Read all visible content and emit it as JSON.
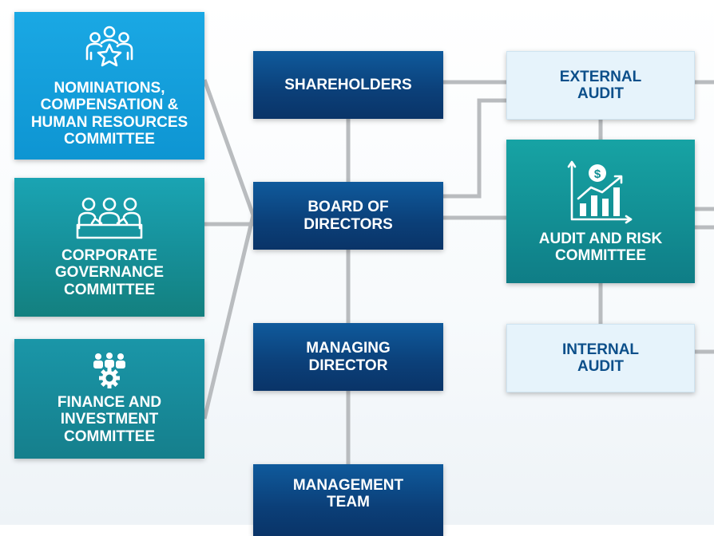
{
  "committees": {
    "nominations": {
      "label": "NOMINATIONS,\nCOMPENSATION &\nHUMAN RESOURCES\nCOMMITTEE",
      "icon": "people-star-icon"
    },
    "governance": {
      "label": "CORPORATE\nGOVERNANCE\nCOMMITTEE",
      "icon": "meeting-table-icon"
    },
    "finance": {
      "label": "FINANCE AND\nINVESTMENT\nCOMMITTEE",
      "icon": "team-gear-icon"
    }
  },
  "hierarchy": {
    "shareholders": "SHAREHOLDERS",
    "board": "BOARD OF\nDIRECTORS",
    "managing_director": "MANAGING\nDIRECTOR",
    "management_team": "MANAGEMENT\nTEAM"
  },
  "audit": {
    "external": "EXTERNAL\nAUDIT",
    "committee": {
      "label": "AUDIT AND RISK\nCOMMITTEE",
      "icon": "growth-chart-icon"
    },
    "internal": "INTERNAL\nAUDIT"
  },
  "colors": {
    "committee_blue": "#0e95d2",
    "committee_teal": "#168f98",
    "navy": "#0b3f78",
    "light": "#e6f3fb",
    "connector": "#b9bcbf"
  }
}
